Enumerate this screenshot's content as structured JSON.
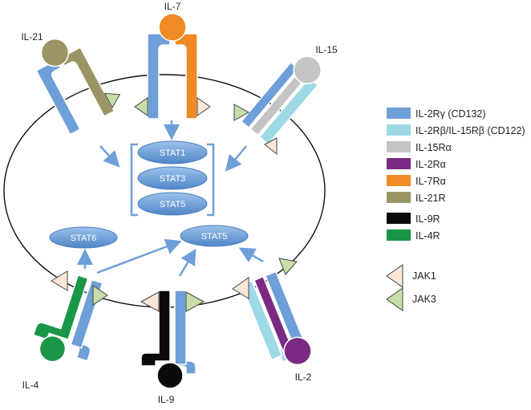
{
  "colors": {
    "gamma": "#6f9fd8",
    "beta": "#9ed9e6",
    "il15ra": "#c4c4c4",
    "il2ra": "#7b2a84",
    "il7ra": "#ef8a24",
    "il21r": "#9b9565",
    "il9r": "#0a0a0a",
    "il4r": "#1a9647",
    "jak1": "#fbe6d8",
    "jak3": "#c6dfa8",
    "stat_fill": "#6f9fd8",
    "arrow": "#6f9fd8"
  },
  "receptors": {
    "il21": "IL-21",
    "il7": "IL-7",
    "il15": "IL-15",
    "il4": "IL-4",
    "il9": "IL-9",
    "il2": "IL-2"
  },
  "stats": {
    "stat1": "STAT1",
    "stat3": "STAT3",
    "stat5_top": "STAT5",
    "stat6": "STAT6",
    "stat5_bottom": "STAT5"
  },
  "legend": [
    {
      "label": "IL-2Rγ (CD132)",
      "color": "#6f9fd8"
    },
    {
      "label": "IL-2Rβ/IL-15Rβ (CD122)",
      "color": "#9ed9e6"
    },
    {
      "label": "IL-15Rα",
      "color": "#c4c4c4"
    },
    {
      "label": "IL-2Rα",
      "color": "#7b2a84"
    },
    {
      "label": "IL-7Rα",
      "color": "#ef8a24"
    },
    {
      "label": "IL-21R",
      "color": "#9b9565"
    },
    {
      "label": "IL-9R",
      "color": "#0a0a0a"
    },
    {
      "label": "IL-4R",
      "color": "#1a9647"
    }
  ],
  "jak_legend": [
    {
      "label": "JAK1",
      "color": "#fbe6d8"
    },
    {
      "label": "JAK3",
      "color": "#c6dfa8"
    }
  ]
}
